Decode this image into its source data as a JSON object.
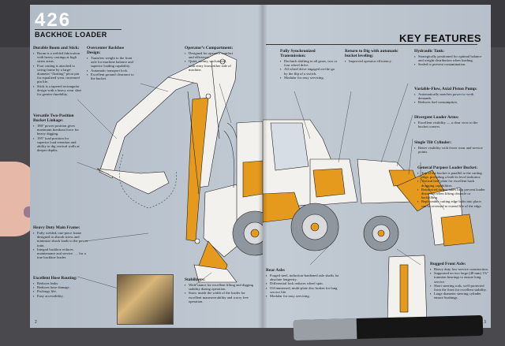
{
  "header": {
    "model_number": "426",
    "model_subtitle": "BACKHOE LOADER",
    "key_features_title": "KEY FEATURES"
  },
  "left_page": {
    "page_number": "2",
    "blocks": [
      {
        "title": "Durable Boom and Stick:",
        "items": [
          "Boom is a welded fabrication with heavy castings at high stress areas.",
          "Foot casting is attached to swing frame by a large-diameter “floating” pivot pin for equalized wear, increased pin life.",
          "Stick is a tapered rectangular design with a heavy wear shoe for greater durability."
        ]
      },
      {
        "title": "Overcenter Backhoe Design:",
        "items": [
          "Transfers weight to the front axle for machine balance and superior loading capability.",
          "Automatic transport lock.",
          "Excellent ground clearance to the bucket."
        ]
      },
      {
        "title": "Operator’s Compartment:",
        "items": [
          "Designed for operator comfort and efficiency.",
          "Quiet, roomy, uncluttered, with entry from either side of machine."
        ]
      },
      {
        "title": "Versatile Two-Position Bucket Linkage:",
        "items": [
          "180° power position gives maximum breakout force for heavy digging.",
          "195° load position for superior load retention and ability to dig vertical walls at deeper depths."
        ]
      },
      {
        "title": "Heavy Duty Main Frame:",
        "items": [
          "Fully welded, one-piece frame designed to absorb stress and minimize shock loads to the power train.",
          "Integral backhoe reduces maintenance and service . . . for a true backhoe loader."
        ]
      },
      {
        "title": "Excellent Hose Routing:",
        "items": [
          "Reduces leaks.",
          "Reduces hose damage.",
          "Prolongs life.",
          "Easy accessibility."
        ]
      },
      {
        "title": "Stabilizers:",
        "items": [
          "Wide stance for excellent lifting and digging stability during operation.",
          "Snow inside the width of the loader for excellent maneuverability and worry free operation."
        ]
      }
    ]
  },
  "right_page": {
    "page_number": "3",
    "blocks": [
      {
        "title": "Fully Synchronized Transmission:",
        "items": [
          "Declutch shifting in all gears, two or four wheel drive.",
          "All wheel drive engaged on-the-go by the flip of a switch.",
          "Modular for easy servicing."
        ]
      },
      {
        "title": "Return to Dig with automatic bucket leveling:",
        "items": [
          "Improved operator efficiency."
        ]
      },
      {
        "title": "Hydraulic Tank:",
        "items": [
          "Strategically positioned for optimal balance and weight distribution when loading.",
          "Sealed to prevent contamination."
        ]
      },
      {
        "title": "Variable-Flow, Axial Piston Pump:",
        "items": [
          "Automatically matches power to work demands.",
          "Reduces fuel consumption."
        ]
      },
      {
        "title": "Divergent Loader Arms:",
        "items": [
          "Excellent visibility — a clear view to the bucket corners."
        ]
      },
      {
        "title": "Single Tilt Cylinder:",
        "items": [
          "Better visibility with fewer wear and service points."
        ]
      },
      {
        "title": "General Purpose Loader Bucket:",
        "items": [
          "Top of the bucket is parallel to the cutting edge, providing a built-in level indicator.",
          "Vertical heel plate for excellent back dragging capabilities.",
          "Reinforced torque tubes help prevent loader distortion when lifting obstacle or backfilling.",
          "Replaceable cutting edge bolts into place; can be reversed to extend life of the edge."
        ]
      },
      {
        "title": "Rear Axle:",
        "items": [
          "Forged steel, induction-hardened axle shafts for absolute longevity.",
          "Differential lock reduces wheel spin.",
          "Oil-immersed, multi-plate disc brakes for long service life.",
          "Modular for easy servicing."
        ]
      },
      {
        "title": "Rugged Front Axle:",
        "items": [
          "Heavy duty low-service construction.",
          "Supported on two large (48 mm) 1⅞\" trunnion bearings to ensure long service.",
          "Short steering rods, well-protected from the front for excellent stability.",
          "Large diameter steering cylinder ensure bushings."
        ]
      }
    ]
  },
  "colors": {
    "page_bg": "#bcc5ce",
    "machine_yellow": "#e59a1e",
    "machine_white": "#f4f2ee",
    "tire_gray": "#8f969e",
    "text": "#1a1a1a"
  }
}
